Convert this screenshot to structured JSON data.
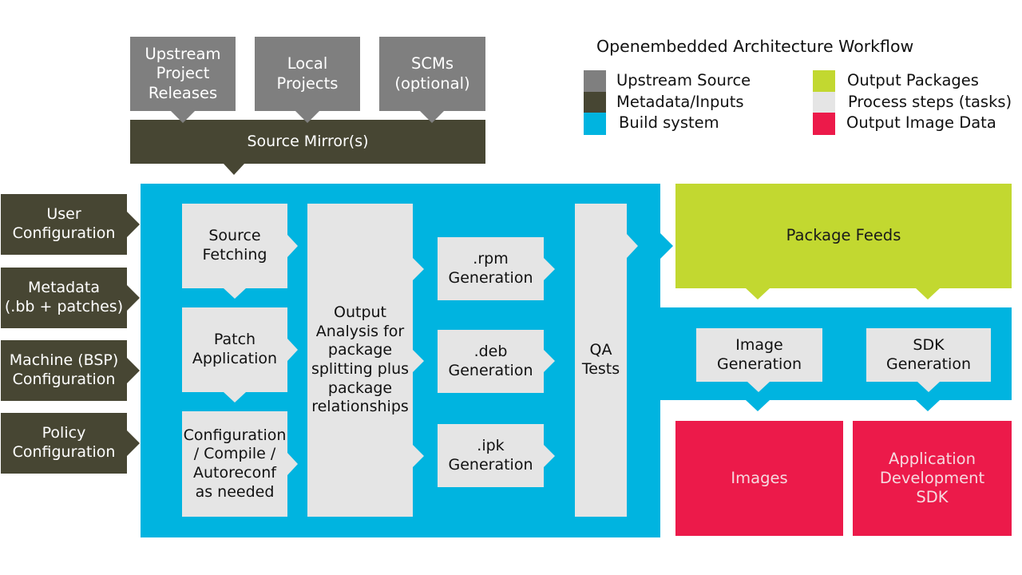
{
  "title": "Openembedded Architecture Workflow",
  "legend": [
    {
      "label": "Upstream Source",
      "color": "#7f7f7f"
    },
    {
      "label": "Metadata/Inputs",
      "color": "#474633"
    },
    {
      "label": "Build system",
      "color": "#00b4e0"
    },
    {
      "label": "Output Packages",
      "color": "#c2d830"
    },
    {
      "label": "Process steps (tasks)",
      "color": "#e5e5e5"
    },
    {
      "label": "Output Image Data",
      "color": "#ec1a4a"
    }
  ],
  "upstream": {
    "upstream_releases": "Upstream\nProject\nReleases",
    "local_projects": "Local\nProjects",
    "scms": "SCMs\n(optional)"
  },
  "source_mirror": "Source Mirror(s)",
  "inputs": {
    "user_config": "User\nConfiguration",
    "metadata": "Metadata\n(.bb + patches)",
    "machine_config": "Machine (BSP)\nConfiguration",
    "policy_config": "Policy\nConfiguration"
  },
  "steps": {
    "source_fetching": "Source\nFetching",
    "patch_application": "Patch\nApplication",
    "configure_compile": "Configuration\n/ Compile /\nAutoreconf\nas needed",
    "output_analysis": "Output\nAnalysis for\npackage\nsplitting plus\npackage\nrelationships",
    "rpm_generation": ".rpm\nGeneration",
    "deb_generation": ".deb\nGeneration",
    "ipk_generation": ".ipk\nGeneration",
    "qa_tests": "QA\nTests",
    "image_generation": "Image\nGeneration",
    "sdk_generation": "SDK\nGeneration"
  },
  "outputs": {
    "package_feeds": "Package Feeds",
    "images": "Images",
    "app_dev_sdk": "Application\nDevelopment\nSDK"
  }
}
